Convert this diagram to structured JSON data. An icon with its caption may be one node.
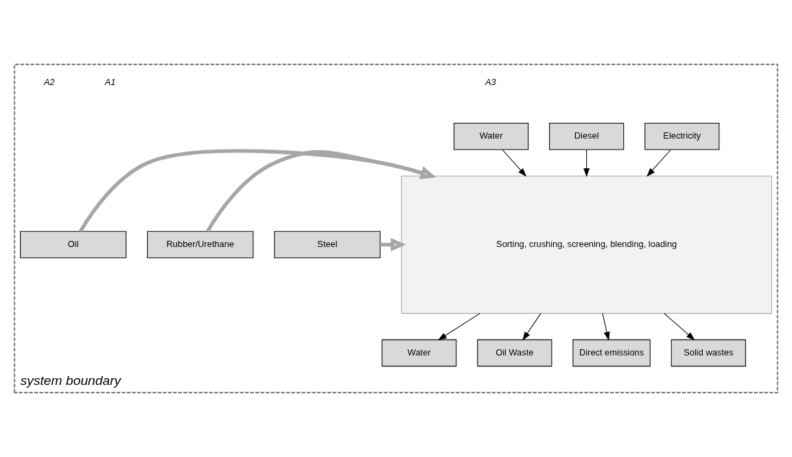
{
  "diagram": {
    "nodes": [
      {
        "text": [
          "system boundary"
        ]
      },
      {
        "text": [
          "Oil"
        ],
        "in": 0
      },
      {
        "text": [
          "Steel"
        ],
        "in": 0
      },
      {
        "text": [
          "Rubber/Urethane"
        ],
        "in": 0
      },
      {
        "text": [
          "Electricity"
        ],
        "in": 0
      },
      {
        "text": [
          "Water"
        ],
        "in": 0
      },
      {
        "text": [
          "Diesel"
        ],
        "in": 0
      },
      {
        "text": [
          "Sorting, crushing, screening, blending, loading"
        ],
        "in": 0
      },
      {
        "text": [
          "Water"
        ],
        "in": 0
      },
      {
        "text": [
          "Oil Waste"
        ],
        "in": 0
      },
      {
        "text": [
          "Direct emissions"
        ],
        "in": 0
      },
      {
        "text": [
          "Solid wastes"
        ],
        "in": 0
      }
    ],
    "edges": [
      {
        "from": 1,
        "to": 7,
        "arrow": "to",
        "style": "thick",
        "color": "#a6a6a6"
      },
      {
        "from": 2,
        "to": 7,
        "arrow": "to",
        "style": "thick",
        "color": "#a6a6a6"
      },
      {
        "from": 3,
        "to": 7,
        "arrow": "to",
        "style": "thick",
        "color": "#a6a6a6"
      },
      {
        "from": 4,
        "to": 7,
        "arrow": "to"
      },
      {
        "from": 5,
        "to": 7,
        "arrow": "to"
      },
      {
        "from": 6,
        "to": 7,
        "arrow": "to"
      },
      {
        "from": 7,
        "to": 8,
        "arrow": "to"
      },
      {
        "from": 7,
        "to": 9,
        "arrow": "to"
      },
      {
        "from": 7,
        "to": 10,
        "arrow": "to"
      },
      {
        "from": 7,
        "to": 11,
        "arrow": "to"
      }
    ],
    "labels": [
      "A3",
      "A1",
      "A2"
    ]
  }
}
